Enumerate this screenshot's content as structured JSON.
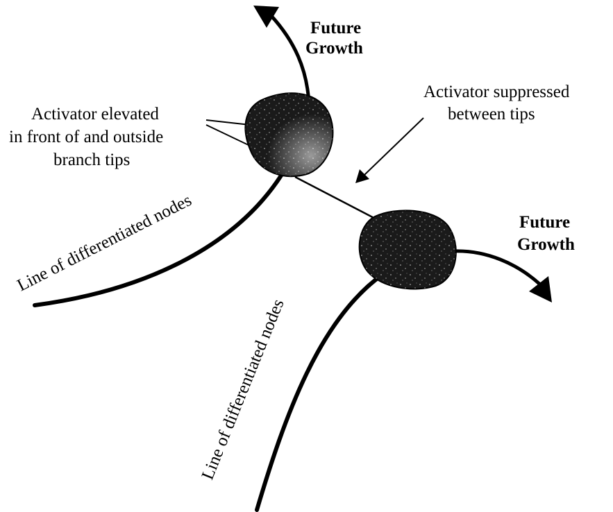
{
  "labels": {
    "future_growth_top_line1": "Future",
    "future_growth_top_line2": "Growth",
    "future_growth_right_line1": "Future",
    "future_growth_right_line2": "Growth",
    "activator_elevated_line1": "Activator elevated",
    "activator_elevated_line2": "in front of and outside",
    "activator_elevated_line3": "branch tips",
    "activator_suppressed_line1": "Activator suppressed",
    "activator_suppressed_line2": "between tips",
    "line_nodes_left": "Line of differentiated nodes",
    "line_nodes_right": "Line of differentiated nodes"
  },
  "colors": {
    "ink": "#000000",
    "tip_fill": "#1a1a1a",
    "background": "#ffffff"
  }
}
